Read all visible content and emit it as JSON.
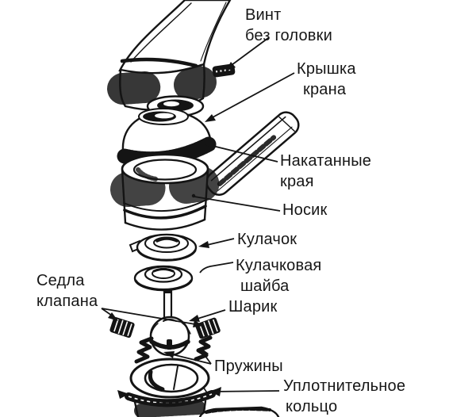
{
  "figure": {
    "kind": "exploded parts diagram of a single-handle ball faucet",
    "background_color": "#ffffff",
    "ink_color": "#141414"
  },
  "labels": {
    "set_screw": {
      "lines": [
        "Винт",
        "без головки"
      ]
    },
    "faucet_cap": {
      "lines": [
        "Крышка",
        "крана"
      ]
    },
    "knurled_edges": {
      "lines": [
        "Накатанные",
        "края"
      ]
    },
    "spout": {
      "lines": [
        "Носик"
      ]
    },
    "cam": {
      "lines": [
        "Кулачок"
      ]
    },
    "cam_washer": {
      "lines": [
        "Кулачковая",
        "шайба"
      ]
    },
    "valve_seats": {
      "lines": [
        "Седла",
        "клапана"
      ]
    },
    "ball": {
      "lines": [
        "Шарик"
      ]
    },
    "springs": {
      "lines": [
        "Пружины"
      ]
    },
    "seal_ring": {
      "lines": [
        "Уплотнительное",
        "кольцо"
      ]
    }
  }
}
